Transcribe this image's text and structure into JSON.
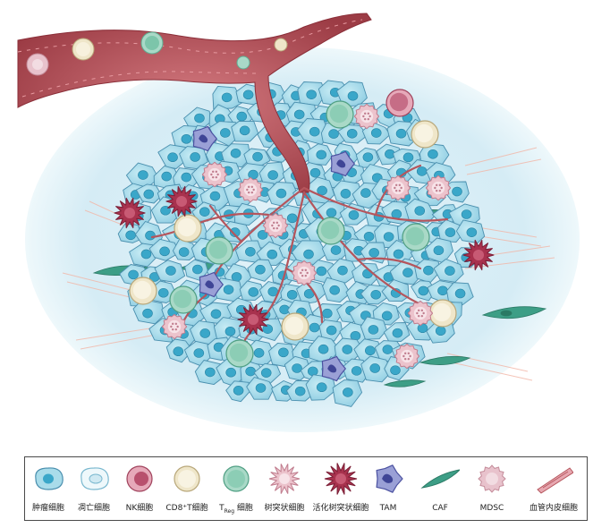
{
  "legend": {
    "items": [
      {
        "label": "肿瘤细胞",
        "icon": "tumor-cell-icon"
      },
      {
        "label": "凋亡细胞",
        "icon": "apoptotic-cell-icon"
      },
      {
        "label": "NK细胞",
        "icon": "nk-cell-icon"
      },
      {
        "label": "CD8⁺T细胞",
        "icon": "cd8-t-cell-icon"
      },
      {
        "label_prefix": "T",
        "label_sub": "Reg",
        "label_suffix": " 细胞",
        "icon": "treg-cell-icon"
      },
      {
        "label": "树突状细胞",
        "icon": "dendritic-cell-icon"
      },
      {
        "label": "活化树突状细胞",
        "icon": "activated-dendritic-cell-icon"
      },
      {
        "label": "TAM",
        "icon": "tam-icon"
      },
      {
        "label": "CAF",
        "icon": "caf-icon"
      },
      {
        "label": "MDSC",
        "icon": "mdsc-icon"
      },
      {
        "label": "血管内皮细胞",
        "icon": "endothelial-cell-icon"
      }
    ]
  },
  "colors": {
    "tumor_fill": "#a9dcea",
    "tumor_nucleus": "#3aa7c9",
    "vessel": "#b5555c",
    "cd8": "#efe6c9",
    "treg": "#a9d9c7",
    "dendritic": "#e9b7c0",
    "activated_dc": "#a8324e",
    "tam": "#7f86c4",
    "caf": "#3d9e86",
    "mdsc": "#e8c2cc",
    "stroma_halo": "#d9eef6"
  }
}
